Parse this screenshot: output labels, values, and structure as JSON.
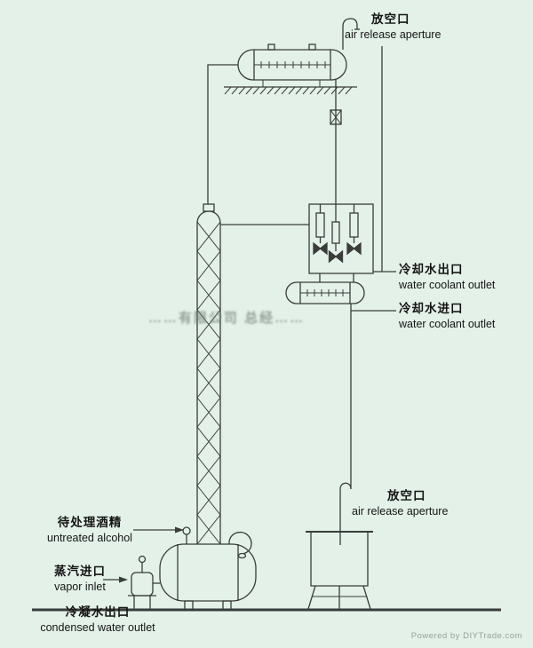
{
  "page": {
    "background_color": "#e3f1e8",
    "line_color": "#3a3c3b",
    "label_color": "#151515"
  },
  "labels": {
    "top_air_release": {
      "zh": "放空口",
      "en": "air release aperture"
    },
    "water_coolant_outlet": {
      "zh": "冷却水出口",
      "en": "water coolant outlet"
    },
    "water_coolant_inlet": {
      "zh": "冷却水进口",
      "en": "water coolant outlet"
    },
    "bottom_air_release": {
      "zh": "放空口",
      "en": "air release aperture"
    },
    "untreated_alcohol": {
      "zh": "待处理酒精",
      "en": "untreated alcohol"
    },
    "vapor_inlet": {
      "zh": "蒸汽进口",
      "en": "vapor inlet"
    },
    "condensed_water_outlet": {
      "zh": "冷凝水出口",
      "en": "condensed water outlet"
    }
  },
  "watermark": "……有限公司 总经……",
  "footer": "Powered by DIYTrade.com"
}
